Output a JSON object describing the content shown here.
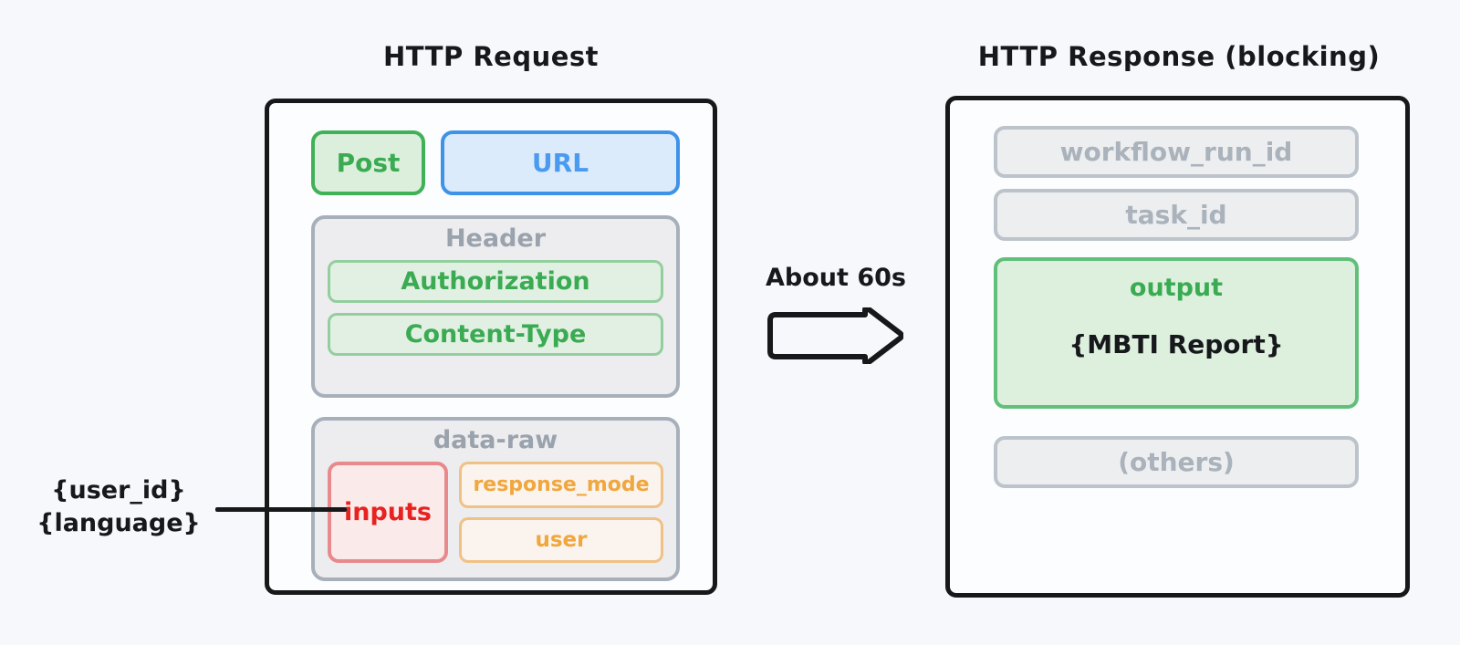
{
  "background_color": "#f7f8fb",
  "request": {
    "title": "HTTP Request",
    "method_chip": "Post",
    "url_chip": "URL",
    "header_group": {
      "title": "Header",
      "items": [
        "Authorization",
        "Content-Type"
      ]
    },
    "data_raw_group": {
      "title": "data-raw",
      "inputs_chip": "inputs",
      "items": [
        "response_mode",
        "user"
      ]
    }
  },
  "annotation": {
    "line1": "{user_id}",
    "line2": "{language}"
  },
  "middle": {
    "duration_label": "About 60s",
    "arrow_icon": "right-block-arrow-icon"
  },
  "response": {
    "title": "HTTP Response (blocking)",
    "fields": [
      {
        "label": "workflow_run_id",
        "style": "grey"
      },
      {
        "label": "task_id",
        "style": "grey"
      }
    ],
    "output": {
      "label": "output",
      "value": "{MBTI Report}"
    },
    "others_field": "(others)"
  },
  "colors": {
    "panel_border": "#17181a",
    "green": "#3bab53",
    "green_border": "#41b157",
    "green_fill": "#dcefdd",
    "blue": "#4a9bf0",
    "blue_border": "#3e93e8",
    "blue_fill": "#dcebfb",
    "grey_text": "#9aa3ad",
    "grey_border": "#a7b0ba",
    "grey_fill": "#ededef",
    "red": "#e8221f",
    "red_border": "#e8898c",
    "red_fill": "#faebea",
    "orange": "#f0a73d",
    "orange_border": "#f0c184",
    "orange_fill": "#faf3ee"
  }
}
